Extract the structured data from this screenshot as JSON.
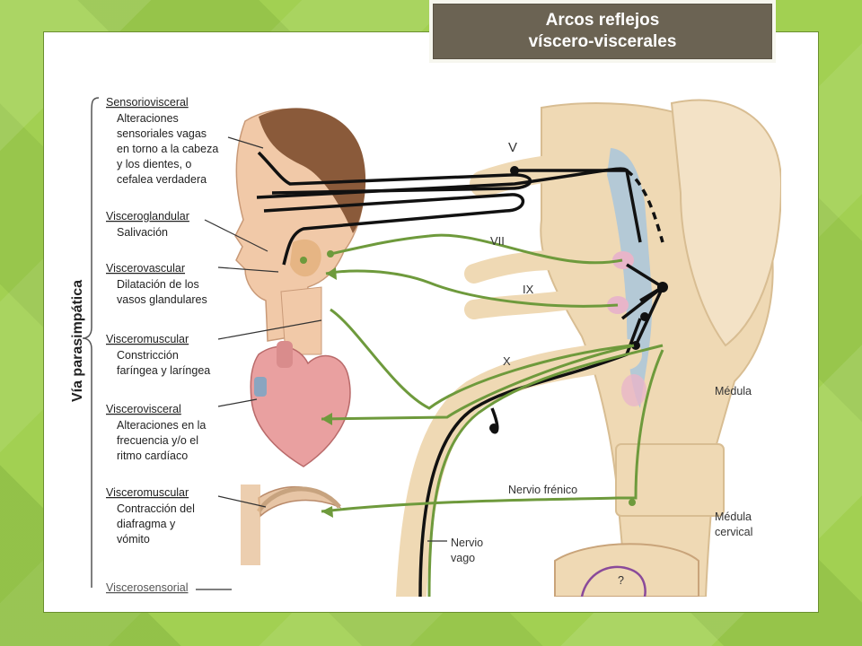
{
  "title": {
    "line1": "Arcos reflejos",
    "line2": "víscero-viscerales"
  },
  "side_title": "Vía parasimpática",
  "groups": [
    {
      "heading": "Sensoriovisceral",
      "lines": [
        "Alteraciones",
        "sensoriales vagas",
        "en torno a la cabeza",
        "y los dientes, o",
        "cefalea verdadera"
      ]
    },
    {
      "heading": "Visceroglandular",
      "lines": [
        "Salivación"
      ]
    },
    {
      "heading": "Viscerovascular",
      "lines": [
        "Dilatación de los",
        "vasos glandulares"
      ]
    },
    {
      "heading": "Visceromuscular",
      "lines": [
        "Constricción",
        "faríngea y laríngea"
      ]
    },
    {
      "heading": "Viscerovisceral",
      "lines": [
        "Alteraciones en la",
        "frecuencia y/o el",
        "ritmo cardíaco"
      ]
    },
    {
      "heading": "Visceromuscular",
      "lines": [
        "Contracción del",
        "diafragma y",
        "vómito"
      ]
    },
    {
      "heading": "Viscerosensorial",
      "lines": []
    }
  ],
  "nerves": {
    "v": "V",
    "vii": "VII",
    "ix": "IX",
    "x": "X"
  },
  "labels": {
    "medula": "Médula",
    "nervio_frenico": "Nervio frénico",
    "medula_cervical_1": "Médula",
    "medula_cervical_2": "cervical",
    "nervio_vago_1": "Nervio",
    "nervio_vago_2": "vago",
    "question": "?"
  },
  "colors": {
    "title_bg": "#6b6353",
    "green_path": "#6e9a3c",
    "black_path": "#111111",
    "tissue": "#efd9b4",
    "blue_region": "#a9c6dc",
    "pink_nucleus": "#e8b5c9",
    "heart": "#e9a0a0"
  }
}
